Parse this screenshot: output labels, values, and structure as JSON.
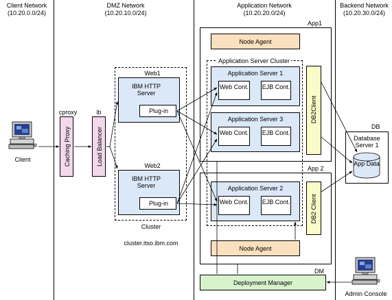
{
  "zones": {
    "client": {
      "title": "Client Network",
      "subnet": "(10.20.0.0/24)"
    },
    "dmz": {
      "title": "DMZ Network",
      "subnet": "(10.20.10.0/24)"
    },
    "app": {
      "title": "Application Network",
      "subnet": "(10.20.20.0/24)"
    },
    "backend": {
      "title": "Backend Network",
      "subnet": "(10.20.30.0/24)"
    }
  },
  "client": {
    "label": "Client"
  },
  "cproxy": {
    "label": "cproxy",
    "box": "Caching Proxy"
  },
  "lb": {
    "label": "lb",
    "box": "Load Balancer"
  },
  "web1": {
    "label": "Web1",
    "server": "IBM HTTP Server",
    "plugin": "Plug-in"
  },
  "web2": {
    "label": "Web2",
    "server": "IBM HTTP Server",
    "plugin": "Plug-in"
  },
  "cluster": {
    "label": "Cluster",
    "hostname": "cluster.itso.ibm.com"
  },
  "app1": {
    "label": "App1",
    "node_agent": "Node Agent",
    "db2client": "DB2Client"
  },
  "app2": {
    "label": "App 2",
    "node_agent": "Node Agent",
    "db2client": "DB2 Client"
  },
  "as_cluster": {
    "label": "Application Server Cluster"
  },
  "as1": {
    "title": "Application Server 1",
    "web": "Web Cont.",
    "ejb": "EJB Cont."
  },
  "as3": {
    "title": "Application Server 3",
    "web": "Web Cont.",
    "ejb": "EJB Cont."
  },
  "as2": {
    "title": "Application Server 2",
    "web": "Web Cont.",
    "ejb": "EJB Cont."
  },
  "db": {
    "label": "DB",
    "server": "Database Server 1",
    "cylinder": "App Data"
  },
  "dm": {
    "label": "DM",
    "box": "Deployment Manager"
  },
  "admin": {
    "label": "Admin Console"
  },
  "colors": {
    "orange": "#fbe0bf",
    "blue": "#dbe8f7",
    "pink": "#f3d8ec",
    "yellow": "#fbfbc8",
    "green": "#d8f2cc"
  }
}
